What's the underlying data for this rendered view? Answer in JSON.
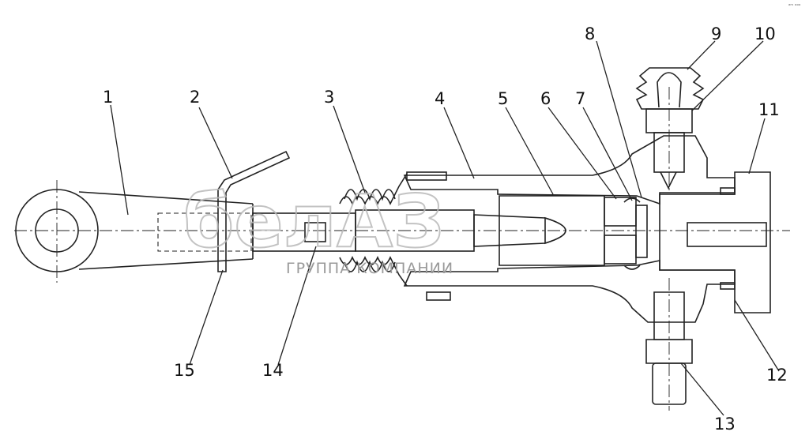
{
  "callouts": {
    "c1": "1",
    "c2": "2",
    "c3": "3",
    "c4": "4",
    "c5": "5",
    "c6": "6",
    "c7": "7",
    "c8": "8",
    "c9": "9",
    "c10": "10",
    "c11": "11",
    "c12": "12",
    "c13": "13",
    "c14": "14",
    "c15": "15"
  },
  "watermark": {
    "logo_text": "белАЗ",
    "subtitle": "ГРУППА КОМПАНИИ"
  },
  "corner_mark": "ᵃᵐ ᵒᵒᵒ",
  "colors": {
    "line": "#222222",
    "background": "#ffffff",
    "watermark": "#b9b9b9"
  }
}
